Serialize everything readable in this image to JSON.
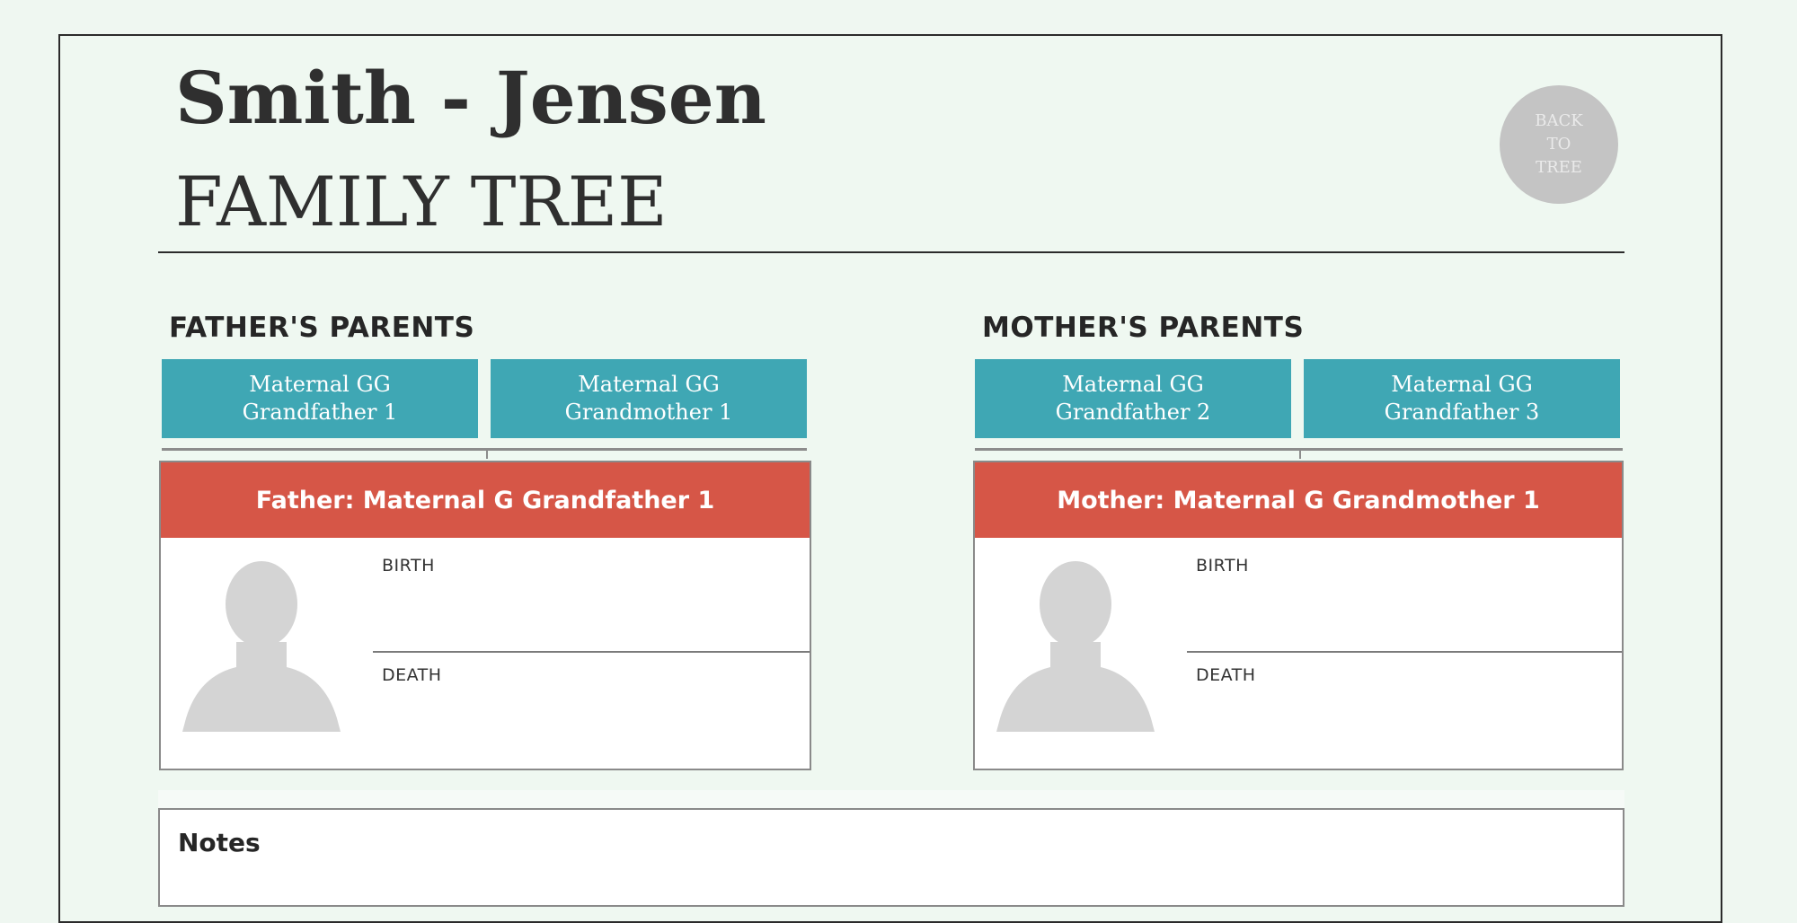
{
  "header": {
    "family_name": "Smith - Jensen",
    "title": "FAMILY TREE",
    "back_button": [
      "BACK",
      "TO",
      "TREE"
    ]
  },
  "fathers_side": {
    "heading": "FATHER'S PARENTS",
    "grandparents": [
      {
        "line1": "Maternal GG",
        "line2": "Grandfather 1"
      },
      {
        "line1": "Maternal GG",
        "line2": "Grandmother 1"
      }
    ],
    "person": {
      "header": "Father: Maternal G Grandfather 1",
      "birth_label": "BIRTH",
      "death_label": "DEATH"
    }
  },
  "mothers_side": {
    "heading": "MOTHER'S PARENTS",
    "grandparents": [
      {
        "line1": "Maternal GG",
        "line2": "Grandfather 2"
      },
      {
        "line1": "Maternal GG",
        "line2": "Grandfather 3"
      }
    ],
    "person": {
      "header": "Mother: Maternal G Grandmother 1",
      "birth_label": "BIRTH",
      "death_label": "DEATH"
    }
  },
  "notes": {
    "label": "Notes"
  },
  "colors": {
    "background": "#eff7f1",
    "grandparent_box": "#3fa7b4",
    "person_header": "#d65647",
    "back_button": "#c4c4c4"
  },
  "icons": {
    "back_button": "back-to-tree-icon",
    "avatar": "person-silhouette-icon"
  }
}
